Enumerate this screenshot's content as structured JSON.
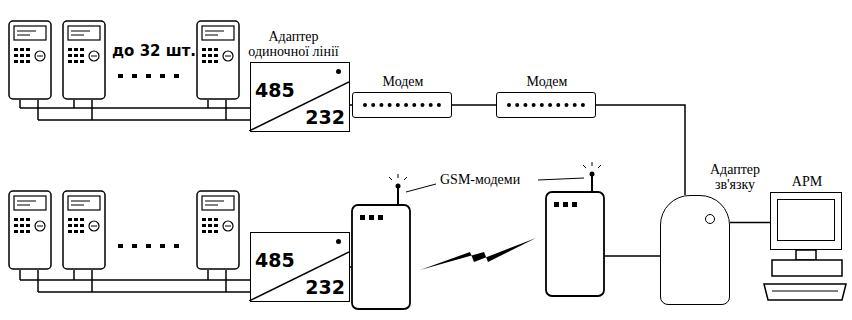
{
  "diagram": {
    "nodes": [
      {
        "text": [
          "Адаптер одиночної лінії",
          "485",
          "232"
        ]
      },
      {
        "text": [
          "Модем"
        ]
      },
      {
        "text": [
          "Модем"
        ]
      },
      {
        "text": [
          "485",
          "232"
        ]
      },
      {
        "text": [
          "Адаптер зв'язку"
        ]
      },
      {
        "text": [
          "АРМ"
        ]
      }
    ],
    "edges": [
      {
        "from": 0,
        "to": 1,
        "arrow": "none"
      },
      {
        "from": 1,
        "to": 2,
        "arrow": "none"
      },
      {
        "from": 2,
        "to": 4,
        "arrow": "none"
      },
      {
        "from": 4,
        "to": 5,
        "arrow": "none"
      }
    ],
    "labels": [
      "до 32 шт.",
      "GSM-модеми"
    ]
  }
}
